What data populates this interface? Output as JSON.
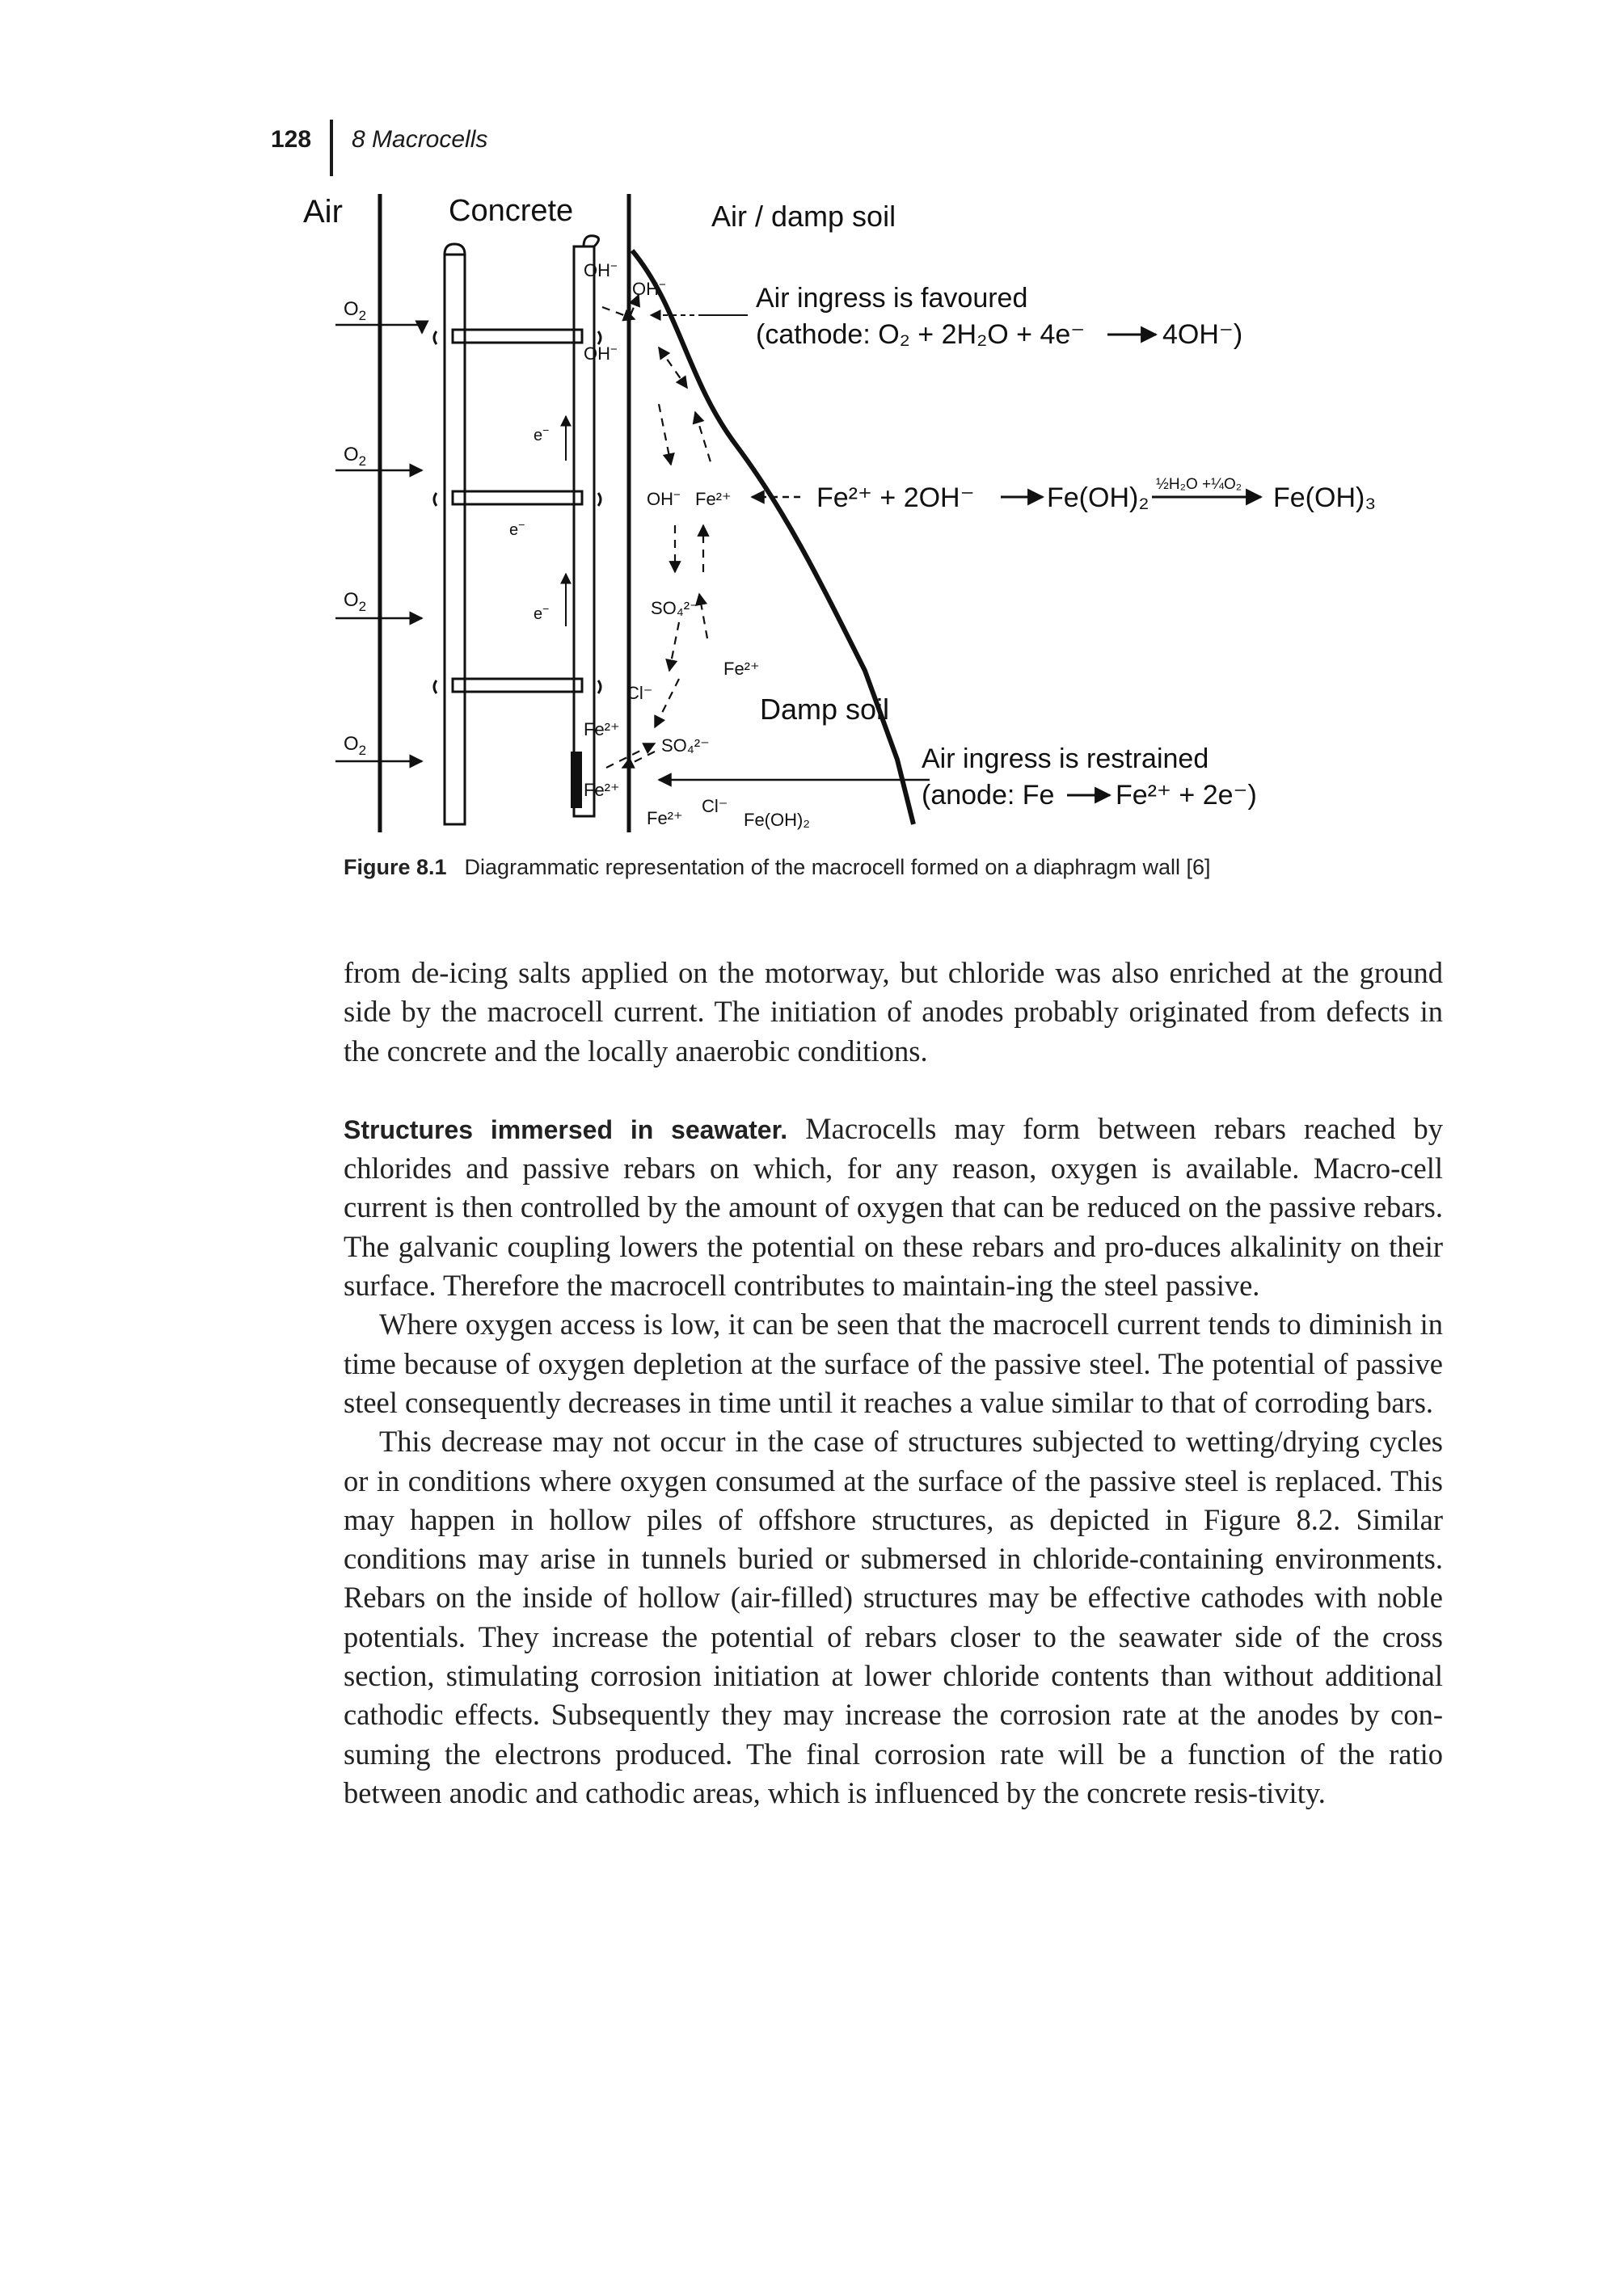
{
  "running_head": {
    "page_number": "128",
    "chapter": "8 Macrocells"
  },
  "figure": {
    "labels": {
      "air": "Air",
      "concrete": "Concrete",
      "air_damp_soil": "Air / damp soil",
      "damp_soil": "Damp soil",
      "o2": "O",
      "o2_sub": "2",
      "oh_minus": "OH",
      "minus": "−",
      "e_minus": "e",
      "cathode_title": "Air ingress is favoured",
      "cathode_reaction": "(cathode: O₂ + 2H₂O + 4e⁻",
      "cathode_product": "4OH⁻)",
      "hydroxide_reaction": "Fe²⁺ + 2OH⁻",
      "hydroxide_product": "Fe(OH)₂",
      "oxidation_condition": "½H₂O +¼O₂",
      "final_product": "Fe(OH)₃",
      "fe2_ion": "Fe²⁺",
      "so4_ion": "SO₄²⁻",
      "cl_ion": "Cl⁻",
      "feoh2": "Fe(OH)₂",
      "anode_title": "Air ingress is restrained",
      "anode_reaction": "(anode: Fe",
      "anode_product": "Fe²⁺ + 2e⁻)"
    }
  },
  "caption": {
    "number": "Figure 8.1",
    "text": "Diagrammatic representation of the macrocell formed on a diaphragm wall [6]"
  },
  "body": {
    "p1": "from de-icing salts applied on the motorway, but chloride was also enriched at the ground side by the macrocell current. The initiation of anodes probably originated from defects in the concrete and the locally anaerobic conditions.",
    "section_heading": "Structures immersed in seawater.",
    "p2": "Macrocells may form between rebars reached by chlorides and passive rebars on which, for any reason, oxygen is available. Macro-cell current is then controlled by the amount of oxygen that can be reduced on the passive rebars. The galvanic coupling lowers the potential on these rebars and pro-duces alkalinity on their surface. Therefore the macrocell contributes to maintain-ing the steel passive.",
    "p3": "Where oxygen access is low, it can be seen that the macrocell current tends to diminish in time because of oxygen depletion at the surface of the passive steel. The potential of passive steel consequently decreases in time until it reaches a value similar to that of corroding bars.",
    "p4": "This decrease may not occur in the case of structures subjected to wetting/drying cycles or in conditions where oxygen consumed at the surface of the passive steel is replaced. This may happen in hollow piles of offshore structures, as depicted in Figure 8.2. Similar conditions may arise in tunnels buried or submersed in chloride-containing environments. Rebars on the inside of hollow (air-filled) structures may be effective cathodes with noble potentials. They increase the potential of rebars closer to the seawater side of the cross section, stimulating corrosion initiation at lower chloride contents than without additional cathodic effects. Subsequently they may increase the corrosion rate at the anodes by con-suming the electrons produced. The final corrosion rate will be a function of the ratio between anodic and cathodic areas, which is influenced by the concrete resis-tivity."
  }
}
